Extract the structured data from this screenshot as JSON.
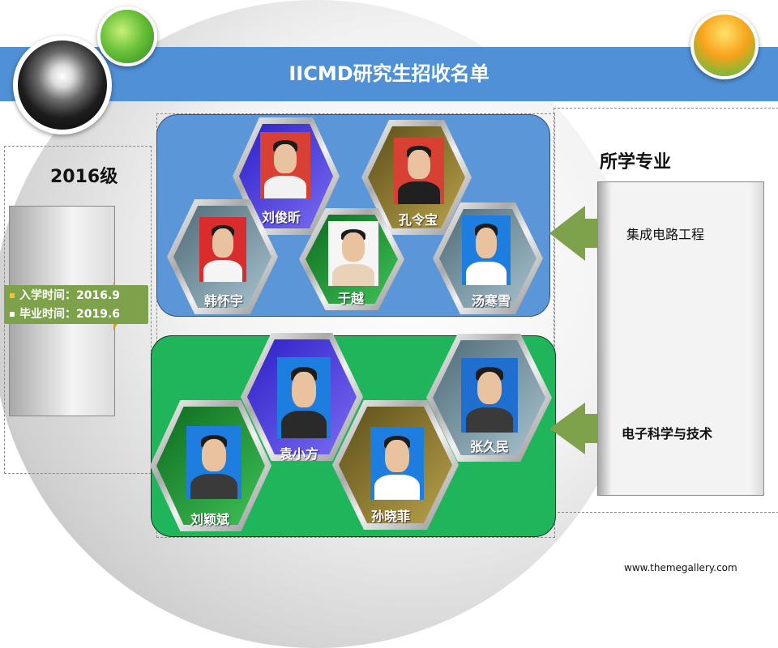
{
  "title": "IICMD研究生招收名单",
  "year": "2016级",
  "dates": {
    "enroll": "入学时间：2016.9",
    "graduate": "毕业时间：2019.6"
  },
  "major_heading": "所学专业",
  "majors": {
    "top": "集成电路工程",
    "bottom": "电子科学与技术"
  },
  "students_top": [
    "刘俊昕",
    "孔令宝",
    "韩怀宇",
    "于越",
    "汤寒雪"
  ],
  "students_bottom": [
    "袁小方",
    "张久民",
    "刘颖斌",
    "孙晓菲"
  ],
  "footer": "www.themegallery.com",
  "colors": {
    "banner": "#4f90d6",
    "blue_panel": "#5b96d8",
    "green_panel": "#1fb55a",
    "arrow_green": "#7ea14c"
  }
}
